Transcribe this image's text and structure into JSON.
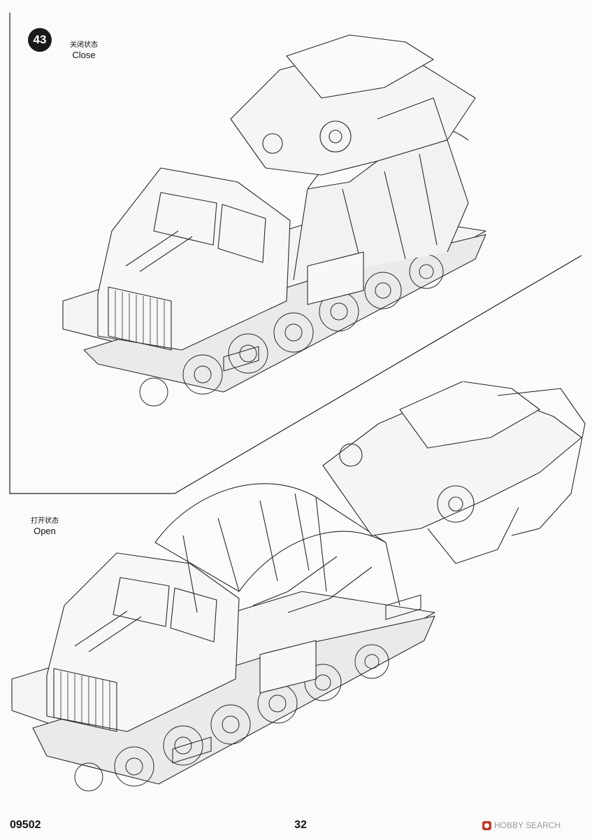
{
  "step": {
    "number": "43"
  },
  "states": {
    "close": {
      "cn": "关闭状态",
      "en": "Close"
    },
    "open": {
      "cn": "打开状态",
      "en": "Open"
    }
  },
  "footer": {
    "code": "09502",
    "page": "32"
  },
  "watermark": {
    "text": "HOBBY SEARCH"
  },
  "colors": {
    "line": "#2a2a2a",
    "background": "#fbfbfb",
    "badge": "#1a1a1a"
  },
  "illustrations": [
    {
      "state": "close",
      "subject": "tracked-vehicle-boom-folded"
    },
    {
      "state": "open",
      "subject": "tracked-vehicle-boom-extended"
    }
  ]
}
